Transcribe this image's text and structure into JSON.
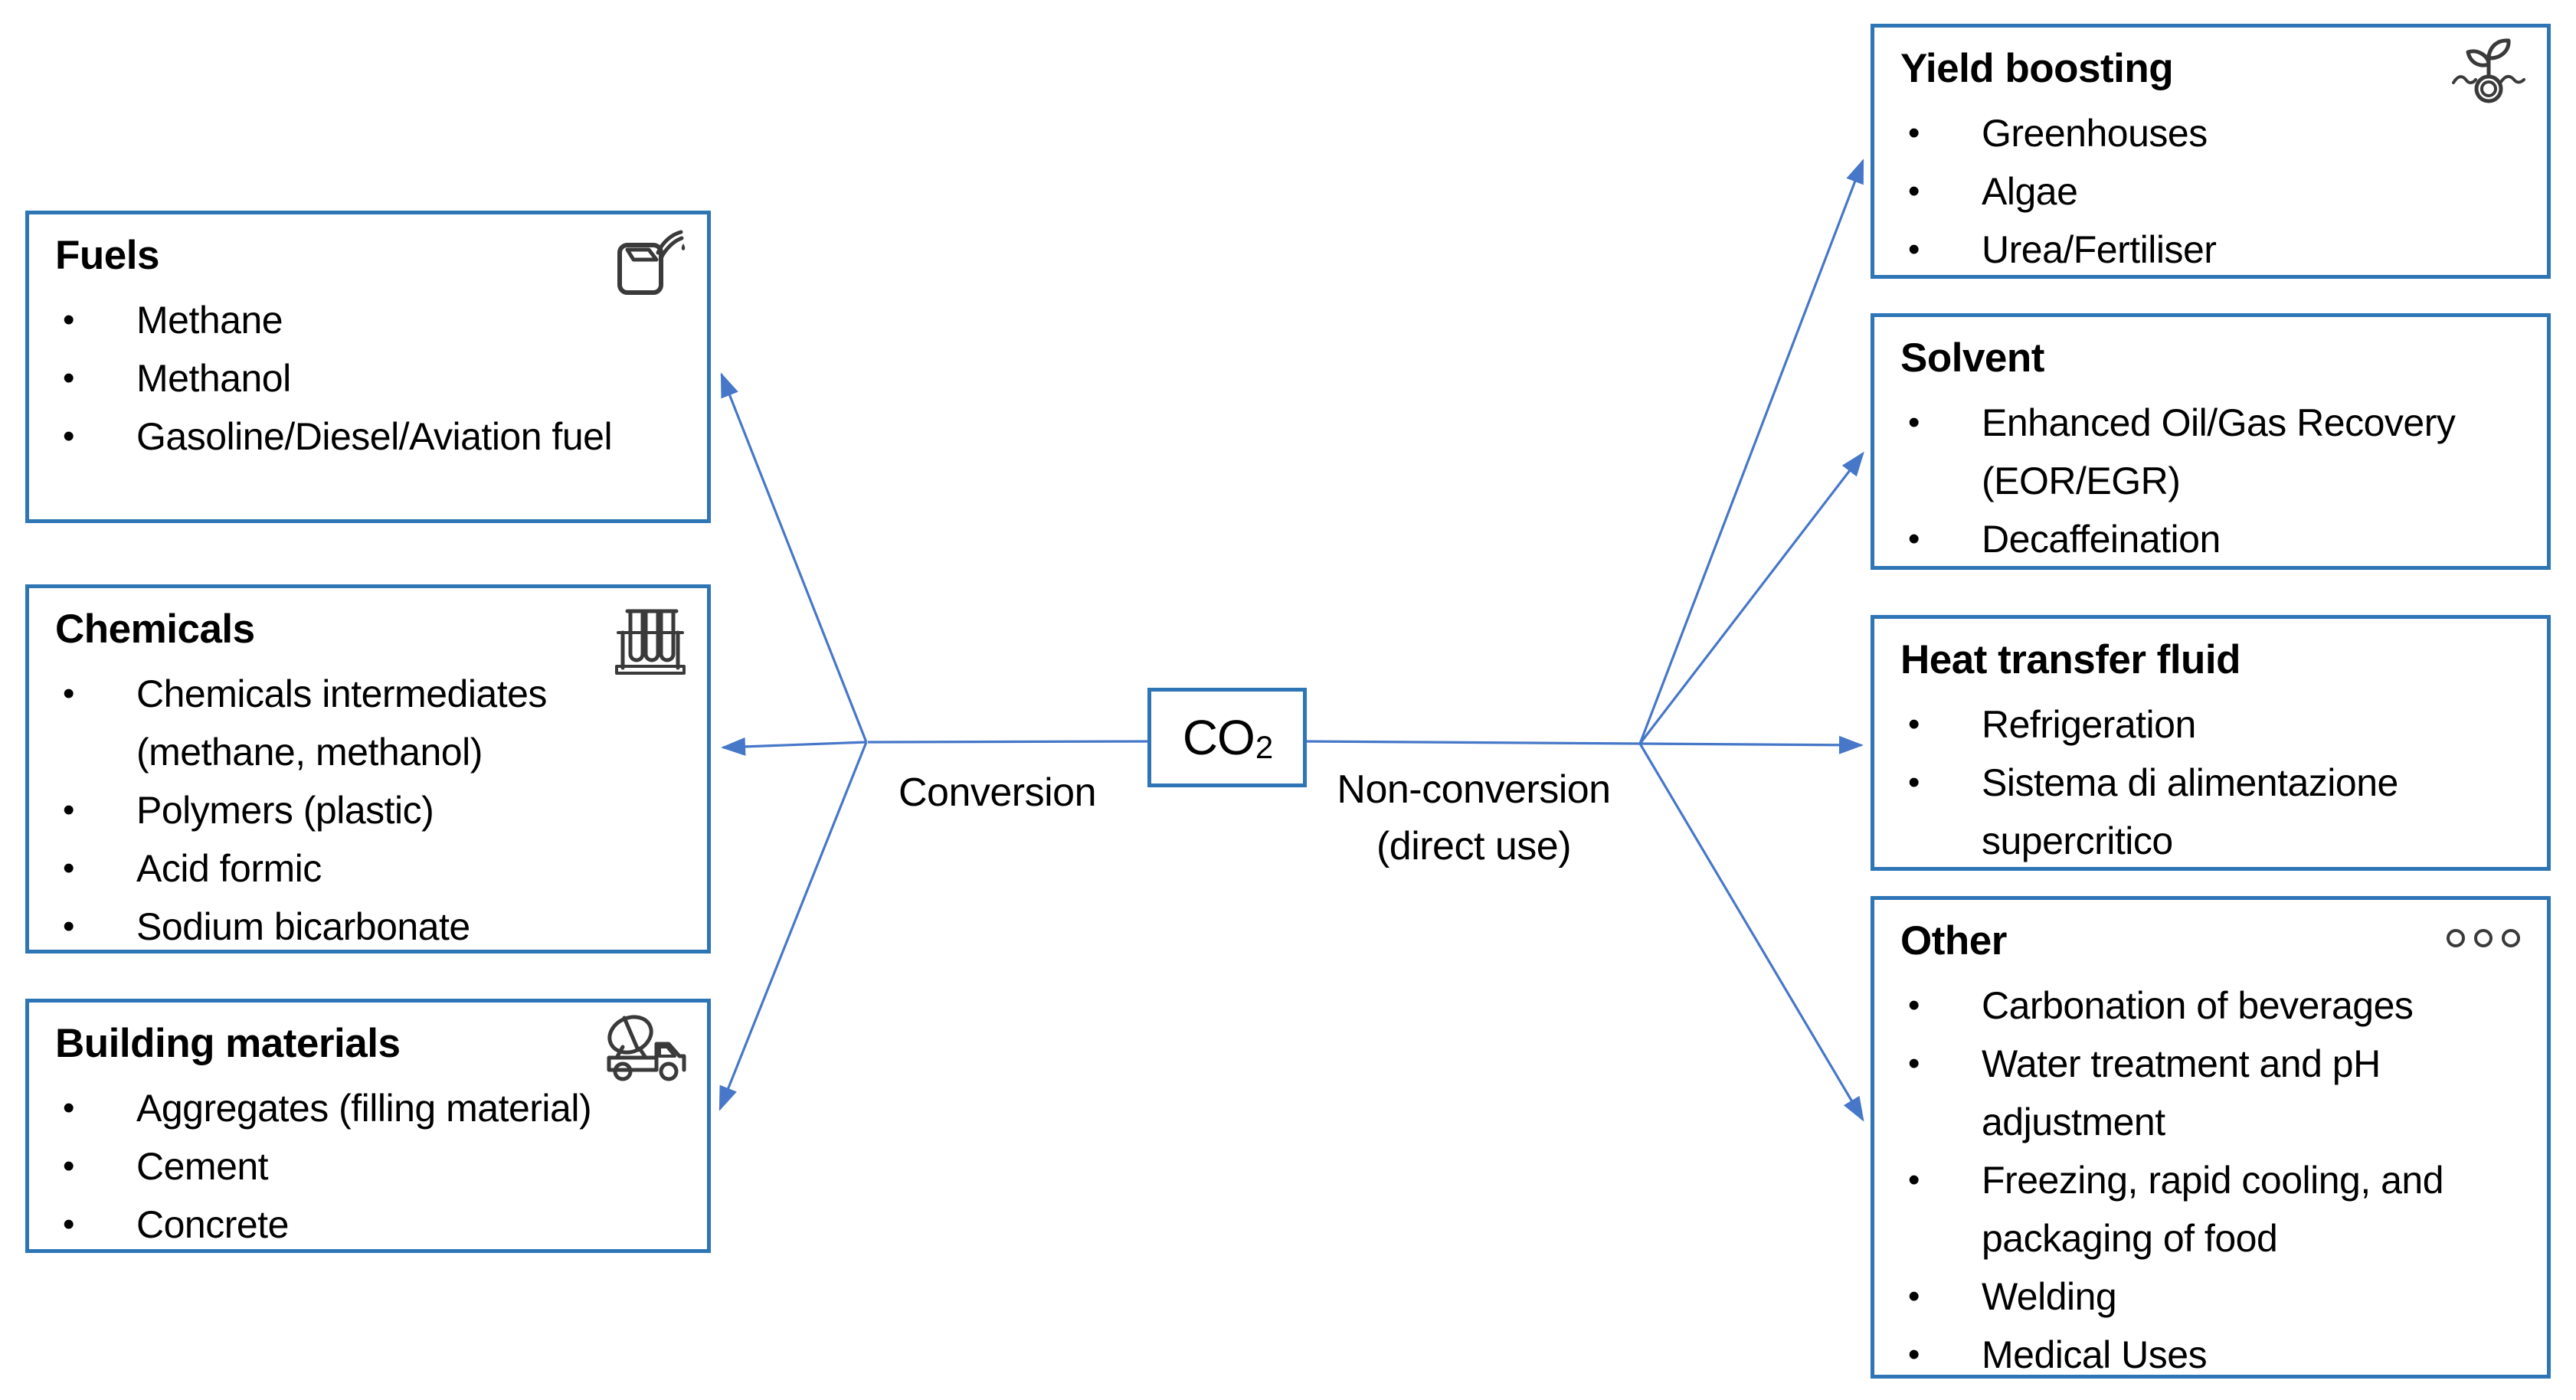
{
  "diagram": {
    "center": {
      "formula_main": "CO",
      "formula_sub": "2"
    },
    "left_branch_label": "Conversion",
    "right_branch_label_line1": "Non-conversion",
    "right_branch_label_line2": "(direct use)",
    "left_boxes": [
      {
        "title": "Fuels",
        "icon": "fuel-can-icon",
        "items": [
          "Methane",
          "Methanol",
          "Gasoline/Diesel/Aviation fuel"
        ]
      },
      {
        "title": "Chemicals",
        "icon": "test-tubes-icon",
        "items": [
          "Chemicals intermediates (methane, methanol)",
          "Polymers (plastic)",
          "Acid formic",
          "Sodium bicarbonate"
        ]
      },
      {
        "title": "Building materials",
        "icon": "cement-mixer-truck-icon",
        "items": [
          "Aggregates (filling material)",
          "Cement",
          "Concrete"
        ]
      }
    ],
    "right_boxes": [
      {
        "title": "Yield boosting",
        "icon": "seedling-icon",
        "items": [
          "Greenhouses",
          "Algae",
          "Urea/Fertiliser"
        ]
      },
      {
        "title": "Solvent",
        "icon": null,
        "items": [
          "Enhanced Oil/Gas Recovery (EOR/EGR)",
          "Decaffeination"
        ]
      },
      {
        "title": "Heat transfer fluid",
        "icon": null,
        "items": [
          "Refrigeration",
          "Sistema di alimentazione supercritico"
        ]
      },
      {
        "title": "Other",
        "icon": "ellipsis-icon",
        "items": [
          "Carbonation of beverages",
          "Water treatment and pH adjustment",
          "Freezing, rapid cooling, and packaging of food",
          "Welding",
          "Medical Uses"
        ]
      }
    ],
    "colors": {
      "box_border": "#2E75B6",
      "arrow": "#4677C8",
      "text": "#000000",
      "background": "#FFFFFF"
    }
  }
}
